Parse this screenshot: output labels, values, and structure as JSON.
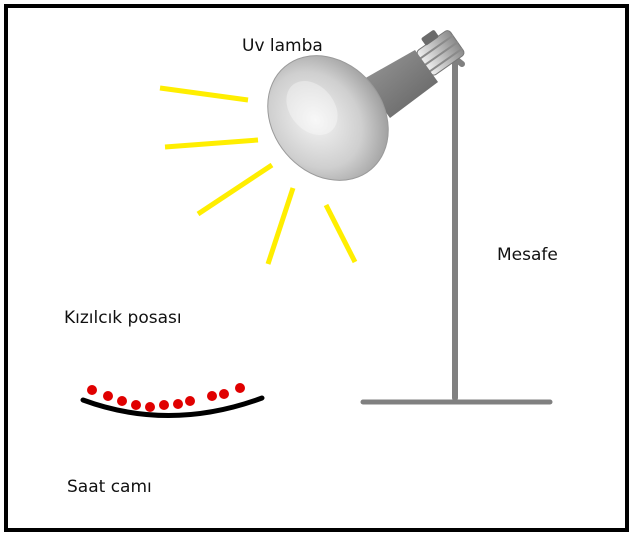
{
  "labels": {
    "lamp": "Uv lamba",
    "distance": "Mesafe",
    "pomace": "Kızılcık posası",
    "watch_glass": "Saat camı"
  },
  "colors": {
    "frame": "#000000",
    "rays": "#ffee00",
    "stand": "#808080",
    "pomace_dots": "#e00000",
    "glass": "#000000",
    "bulb": "#c9c9c9"
  },
  "icons": [
    "uv-lamp-icon",
    "light-ray-icon",
    "lamp-stand-icon",
    "watch-glass-icon",
    "pomace-dot-icon"
  ]
}
